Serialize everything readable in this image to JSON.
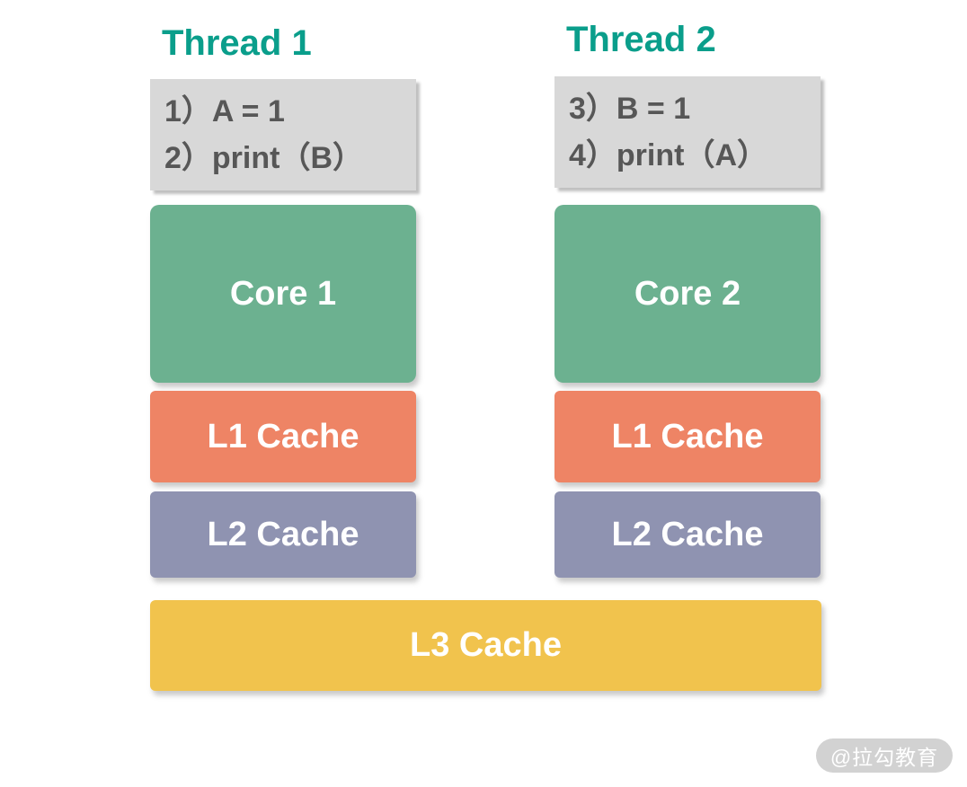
{
  "page": {
    "background": "#ffffff",
    "watermark_label": "@拉勾教育"
  },
  "colors": {
    "thread_title": "#0a9e8b",
    "code_bg": "#d8d8d8",
    "code_text": "#575757",
    "core_bg": "#6cb190",
    "l1_bg": "#ee8465",
    "l2_bg": "#8f93b1",
    "l3_bg": "#f1c34d",
    "box_text": "#ffffff",
    "watermark_bg": "#d2d2d2",
    "watermark_text": "#ffffff"
  },
  "threads": [
    {
      "title": "Thread 1",
      "code_lines": [
        "1）A = 1",
        "2）print（B）"
      ],
      "core_label": "Core 1",
      "l1_label": "L1 Cache",
      "l2_label": "L2 Cache"
    },
    {
      "title": "Thread 2",
      "code_lines": [
        "3）B = 1",
        "4）print（A）"
      ],
      "core_label": "Core 2",
      "l1_label": "L1 Cache",
      "l2_label": "L2 Cache"
    }
  ],
  "shared": {
    "l3_label": "L3 Cache"
  }
}
